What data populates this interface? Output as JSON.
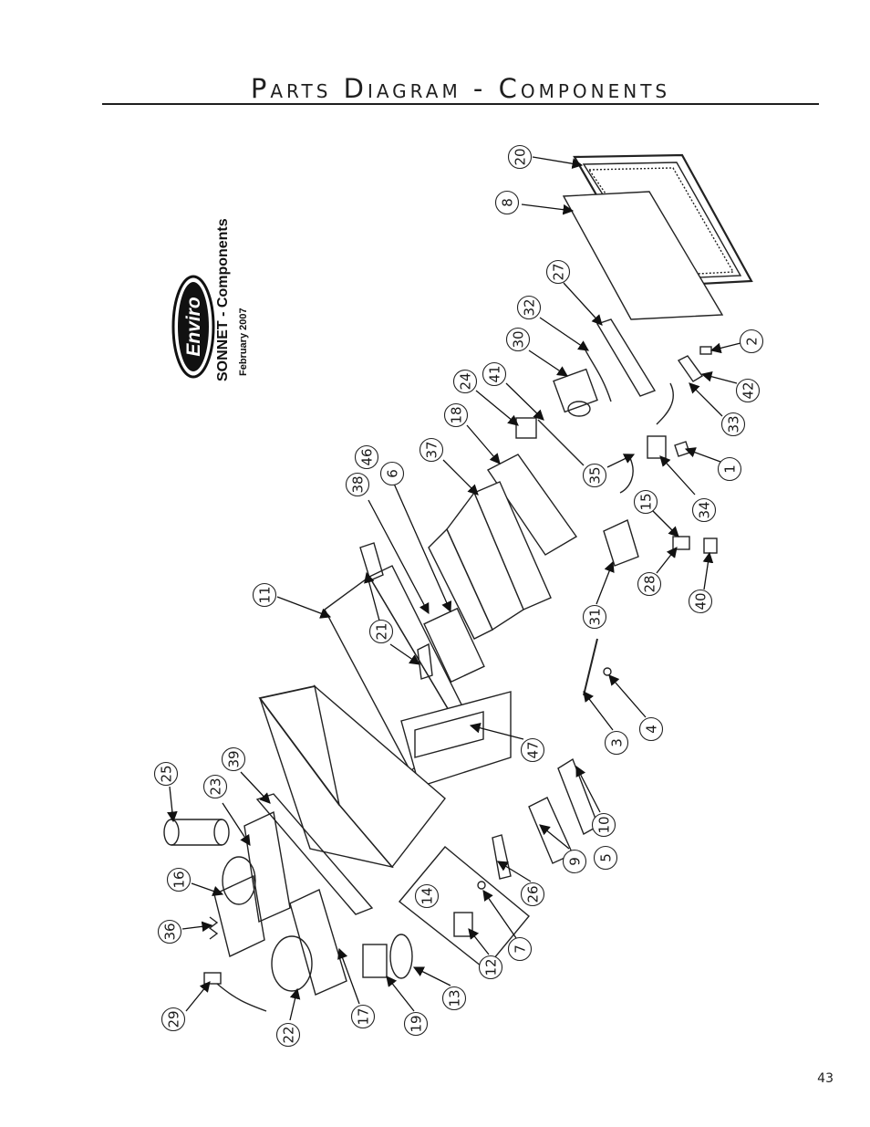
{
  "header": {
    "title": "Parts Diagram - Components"
  },
  "info_block": {
    "logo_text": "Enviro",
    "model": "SONNET - Components",
    "date": "February 2007"
  },
  "callouts": [
    {
      "id": "c20",
      "label": "20"
    },
    {
      "id": "c8",
      "label": "8"
    },
    {
      "id": "c27",
      "label": "27"
    },
    {
      "id": "c32",
      "label": "32"
    },
    {
      "id": "c30",
      "label": "30"
    },
    {
      "id": "c2",
      "label": "2"
    },
    {
      "id": "c42",
      "label": "42"
    },
    {
      "id": "c33",
      "label": "33"
    },
    {
      "id": "c41",
      "label": "41"
    },
    {
      "id": "c24",
      "label": "24"
    },
    {
      "id": "c18",
      "label": "18"
    },
    {
      "id": "c37",
      "label": "37"
    },
    {
      "id": "c46",
      "label": "46"
    },
    {
      "id": "c38",
      "label": "38"
    },
    {
      "id": "c6",
      "label": "6"
    },
    {
      "id": "c35",
      "label": "35"
    },
    {
      "id": "c1",
      "label": "1"
    },
    {
      "id": "c34",
      "label": "34"
    },
    {
      "id": "c15",
      "label": "15"
    },
    {
      "id": "c28",
      "label": "28"
    },
    {
      "id": "c40",
      "label": "40"
    },
    {
      "id": "c31",
      "label": "31"
    },
    {
      "id": "c11",
      "label": "11"
    },
    {
      "id": "c21",
      "label": "21"
    },
    {
      "id": "c4",
      "label": "4"
    },
    {
      "id": "c3",
      "label": "3"
    },
    {
      "id": "c47",
      "label": "47"
    },
    {
      "id": "c39",
      "label": "39"
    },
    {
      "id": "c25",
      "label": "25"
    },
    {
      "id": "c23",
      "label": "23"
    },
    {
      "id": "c16",
      "label": "16"
    },
    {
      "id": "c36",
      "label": "36"
    },
    {
      "id": "c10",
      "label": "10"
    },
    {
      "id": "c9",
      "label": "9"
    },
    {
      "id": "c5",
      "label": "5"
    },
    {
      "id": "c26",
      "label": "26"
    },
    {
      "id": "c14",
      "label": "14"
    },
    {
      "id": "c7",
      "label": "7"
    },
    {
      "id": "c12",
      "label": "12"
    },
    {
      "id": "c13",
      "label": "13"
    },
    {
      "id": "c19",
      "label": "19"
    },
    {
      "id": "c17",
      "label": "17"
    },
    {
      "id": "c22",
      "label": "22"
    },
    {
      "id": "c29",
      "label": "29"
    }
  ],
  "footer": {
    "page_number": "43"
  }
}
